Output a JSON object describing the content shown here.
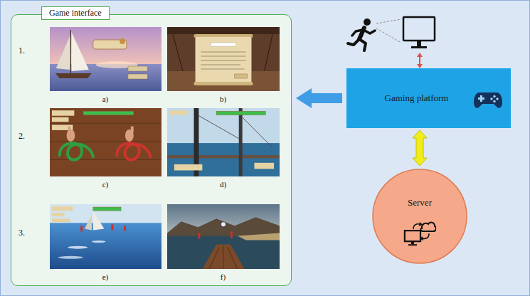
{
  "diagram": {
    "nodes": [
      {
        "text": [
          "Game interface"
        ]
      },
      {
        "text": [
          "a)"
        ],
        "in": 0
      },
      {
        "text": [
          "b)"
        ],
        "in": 0
      },
      {
        "text": [
          "c)"
        ],
        "in": 0
      },
      {
        "text": [
          "d)"
        ],
        "in": 0
      },
      {
        "text": [
          "e)"
        ],
        "in": 0
      },
      {
        "text": [
          "f)"
        ],
        "in": 0
      },
      {
        "text": [
          "Gaming platform"
        ]
      },
      {
        "text": [
          "Server"
        ]
      }
    ],
    "edges": [
      {
        "from": 7,
        "to": 0,
        "arrow": "to"
      },
      {
        "from": 7,
        "to": 8,
        "arrow": "both"
      }
    ],
    "labels": [
      "1.",
      "2.",
      "3."
    ]
  }
}
